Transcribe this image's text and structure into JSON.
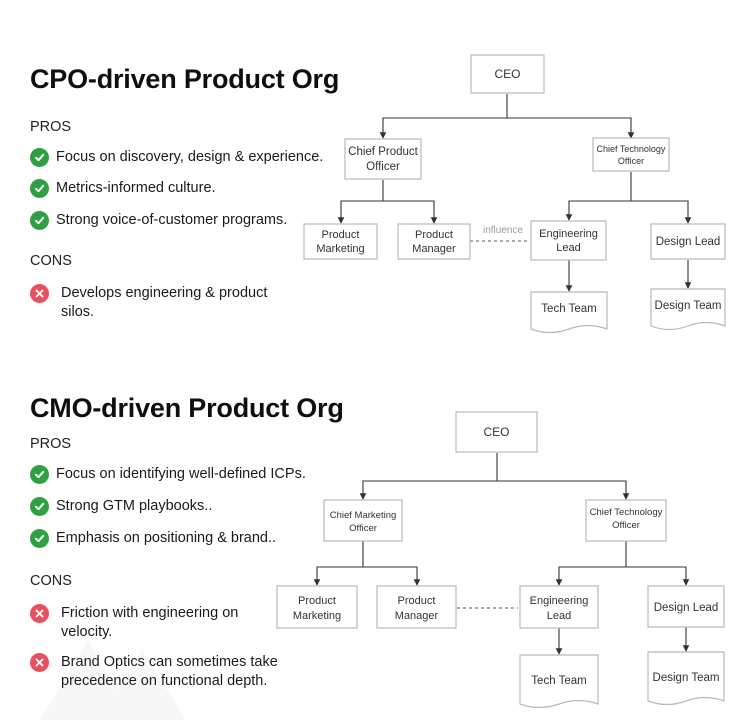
{
  "sections": [
    {
      "title": "CPO-driven Product Org",
      "pros_label": "PROS",
      "pros": [
        "Focus on discovery, design & experience.",
        "Metrics-informed culture.",
        "Strong voice-of-customer programs."
      ],
      "cons_label": "CONS",
      "cons": [
        [
          "Develops engineering & product",
          "silos."
        ]
      ],
      "chart": {
        "ceo": "CEO",
        "left_exec": [
          "Chief Product",
          "Officer"
        ],
        "right_exec": [
          "Chief Technology",
          "Officer"
        ],
        "left_report_a": [
          "Product",
          "Marketing"
        ],
        "left_report_b": [
          "Product",
          "Manager"
        ],
        "right_report_a": [
          "Engineering",
          "Lead"
        ],
        "right_report_b": "Design Lead",
        "team_a": "Tech Team",
        "team_b": "Design Team",
        "influence_label": "influence"
      }
    },
    {
      "title": "CMO-driven Product Org",
      "pros_label": "PROS",
      "pros": [
        "Focus on identifying well-defined ICPs.",
        "Strong GTM playbooks..",
        "Emphasis on positioning & brand.."
      ],
      "cons_label": "CONS",
      "cons": [
        [
          "Friction with engineering on",
          "velocity."
        ],
        [
          "Brand Optics can sometimes take",
          "precedence on functional depth."
        ]
      ],
      "chart": {
        "ceo": "CEO",
        "left_exec": [
          "Chief Marketing",
          "Officer"
        ],
        "right_exec": [
          "Chief Technology",
          "Officer"
        ],
        "left_report_a": [
          "Product",
          "Marketing"
        ],
        "left_report_b": [
          "Product",
          "Manager"
        ],
        "right_report_a": [
          "Engineering",
          "Lead"
        ],
        "right_report_b": "Design Lead",
        "team_a": "Tech Team",
        "team_b": "Design Team"
      }
    }
  ],
  "colors": {
    "check": "#2ea043",
    "cross": "#e9505f",
    "box_border": "#b9b9b9",
    "connector": "#333333"
  },
  "icons": {
    "pro": "check-circle-icon",
    "con": "x-circle-icon"
  }
}
